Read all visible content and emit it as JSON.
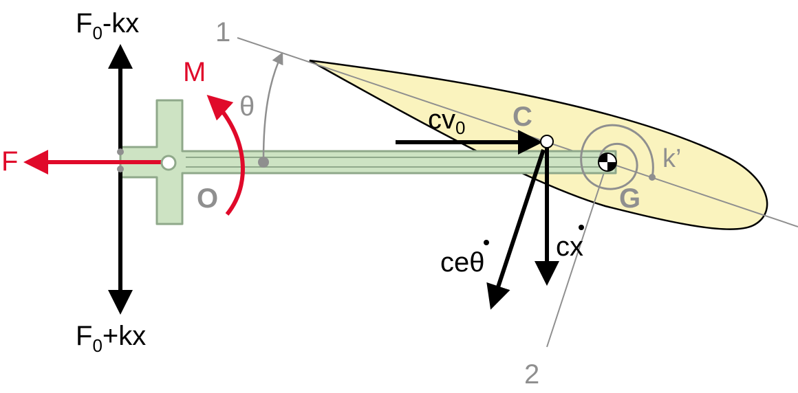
{
  "colors": {
    "black": "#000000",
    "red": "#e00a2a",
    "gray": "#8f8f8f",
    "airfoil_fill": "#faf3be",
    "bar_fill": "#cde3c3",
    "bar_stroke": "#8fa88a"
  },
  "labels": {
    "top_force_main": "F",
    "top_force_sub": "0",
    "top_force_rest": "-kx",
    "bottom_force_main": "F",
    "bottom_force_sub": "0",
    "bottom_force_rest": "+kx",
    "drag_force": "F",
    "moment": "M",
    "origin": "O",
    "theta": "θ",
    "axis1": "1",
    "axis2": "2",
    "point_c": "C",
    "point_g": "G",
    "cv_main": "cv",
    "cv_sub": "0",
    "cx": "cx",
    "cetheta": "ceθ",
    "torsion_spring": "k’"
  },
  "icons": {
    "force_arrow": "arrow-icon",
    "moment_arrow": "curved-arrow-icon",
    "hinge": "pivot-circle-icon",
    "spring": "spiral-spring-icon"
  }
}
